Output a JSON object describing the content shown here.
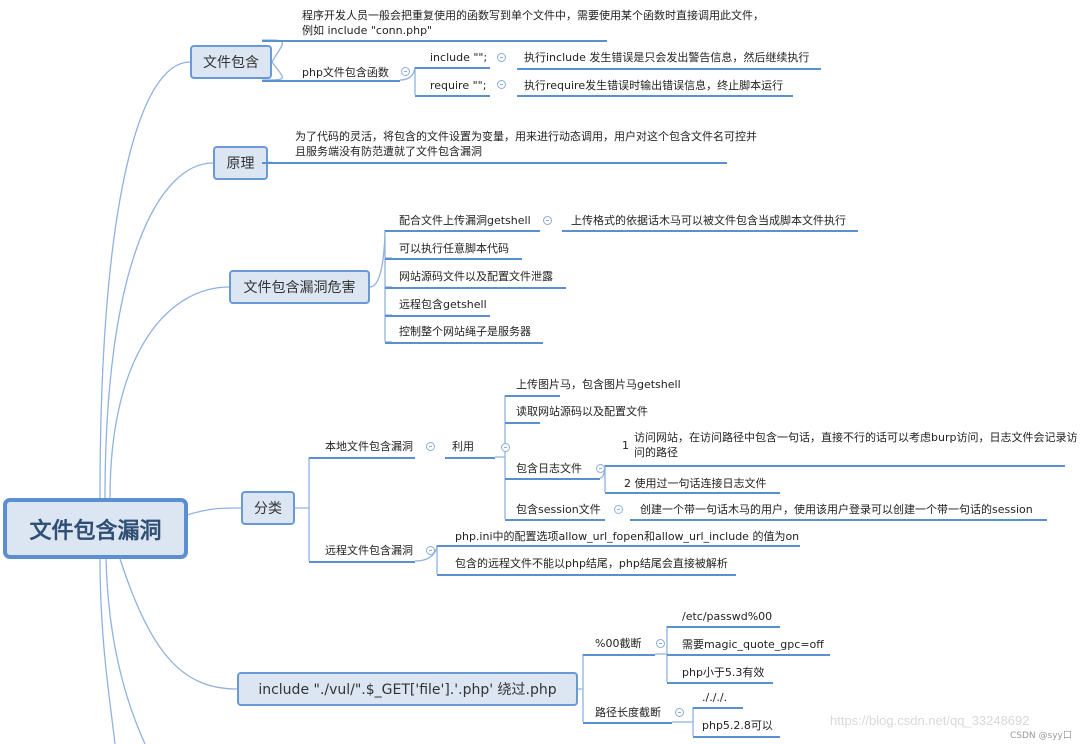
{
  "root": "文件包含漏洞",
  "b1": {
    "label": "文件包含",
    "desc": "程序开发人员一般会把重复使用的函数写到单个文件中，需要使用某个函数时直接调用此文件，例如 include \"conn.php\"",
    "func": "php文件包含函数",
    "include": "include \"\";",
    "include_desc": "执行include 发生错误是只会发出警告信息，然后继续执行",
    "require": "require \"\";",
    "require_desc": "执行require发生错误时输出错误信息，终止脚本运行"
  },
  "b2": {
    "label": "原理",
    "desc": "为了代码的灵活，将包含的文件设置为变量，用来进行动态调用，用户对这个包含文件名可控并且服务端没有防范遭就了文件包含漏洞"
  },
  "b3": {
    "label": "文件包含漏洞危害",
    "items": [
      "配合文件上传漏洞getshell",
      "可以执行任意脚本代码",
      "网站源码文件以及配置文件泄露",
      "远程包含getshell",
      "控制整个网站绳子是服务器"
    ],
    "upload_desc": "上传格式的依据话木马可以被文件包含当成脚本文件执行"
  },
  "b4": {
    "label": "分类",
    "local": "本地文件包含漏洞",
    "use": "利用",
    "use_items": [
      "上传图片马，包含图片马getshell",
      "读取网站源码以及配置文件",
      "包含日志文件",
      "包含session文件"
    ],
    "log1_num": "1",
    "log1": "访问网站，在访问路径中包含一句话，直接不行的话可以考虑burp访问，日志文件会记录访问的路径",
    "log2": "2  使用过一句话连接日志文件",
    "session_desc": "创建一个带一句话木马的用户，使用该用户登录可以创建一个带一句话的session",
    "remote": "远程文件包含漏洞",
    "remote_items": [
      "php.ini中的配置选项allow_url_fopen和allow_url_include  的值为on",
      "包含的远程文件不能以php结尾，php结尾会直接被解析"
    ]
  },
  "b5": {
    "label": "include \"./vul/\".$_GET['file'].'.php'   绕过.php",
    "null": "%00截断",
    "null_items": [
      "/etc/passwd%00",
      "需要magic_quote_gpc=off",
      "php小于5.3有效"
    ],
    "path": "路径长度截断",
    "path_items": [
      "./././.",
      "php5.2.8可以"
    ]
  },
  "watermark": "https://blog.csdn.net/qq_33248692",
  "csdn": "CSDN @syy口"
}
